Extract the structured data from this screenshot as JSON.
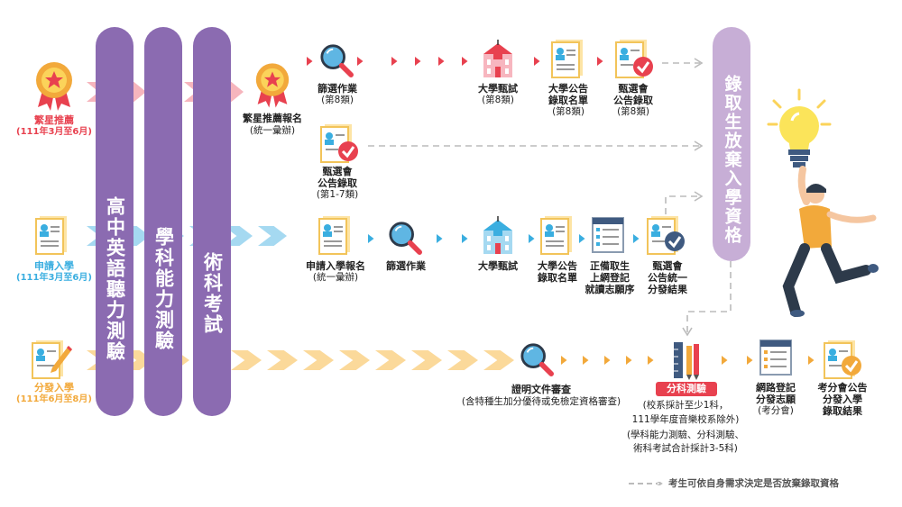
{
  "pills": {
    "english": "高中英語聽力測驗",
    "ability": "學科能力測驗",
    "arts": "術科考試",
    "waiver": "錄取生放棄入學資格"
  },
  "colors": {
    "red": "#e8414f",
    "blue": "#3aaee0",
    "orange": "#f2a93b",
    "pink": "#f6b5bd",
    "lightblue": "#a5d9f1",
    "lightorange": "#fbd99a",
    "purple": "#8b6bb1",
    "lightpurple": "#c7aed6"
  },
  "routes": {
    "star": {
      "name": "繁星推薦",
      "period": "(111年3月至6月)"
    },
    "apply": {
      "name": "申請入學",
      "period": "(111年3月至6月)"
    },
    "dist": {
      "name": "分發入學",
      "period": "(111年6月至8月)"
    }
  },
  "star_steps": {
    "signup": {
      "title": "繁星推薦報名",
      "sub": "(統一彙辦)"
    },
    "screen8": {
      "title": "篩選作業",
      "sub": "(第8類)"
    },
    "exam8": {
      "title": "大學甄試",
      "sub": "(第8類)"
    },
    "list8": {
      "title": "大學公告\n錄取名單",
      "sub": "(第8類)"
    },
    "admit8": {
      "title": "甄選會\n公告錄取",
      "sub": "(第8類)"
    },
    "admit17": {
      "title": "甄選會\n公告錄取",
      "sub": "(第1-7類)"
    }
  },
  "apply_steps": {
    "signup": {
      "title": "申請入學報名",
      "sub": "(統一彙辦)"
    },
    "screen": {
      "title": "篩選作業"
    },
    "exam": {
      "title": "大學甄試"
    },
    "list": {
      "title": "大學公告\n錄取名單"
    },
    "register": {
      "title": "正備取生\n上網登記\n就讀志願序"
    },
    "result": {
      "title": "甄選會\n公告統一\n分發結果"
    }
  },
  "dist_steps": {
    "docs": {
      "title": "證明文件審查",
      "sub": "(含特種生加分優待或免檢定資格審查)"
    },
    "subject": {
      "badge": "分科測驗",
      "lines": [
        "(校系採計至少1科，",
        "111學年度音樂校系除外)",
        "(學科能力測驗、分科測驗、",
        "術科考試合計採計3-5科)"
      ]
    },
    "online": {
      "title": "網路登記\n分發志願",
      "sub": "(考分會)"
    },
    "announce": {
      "title": "考分會公告\n分發入學\n錄取結果"
    }
  },
  "legend": "考生可依自身需求決定是否放棄錄取資格",
  "icons": [
    "medal-icon",
    "magnifier-icon",
    "university-icon",
    "document-icon",
    "check-document-icon",
    "list-document-icon",
    "pencil-document-icon",
    "ruler-pencil-icon",
    "lightbulb-icon",
    "person-icon"
  ]
}
